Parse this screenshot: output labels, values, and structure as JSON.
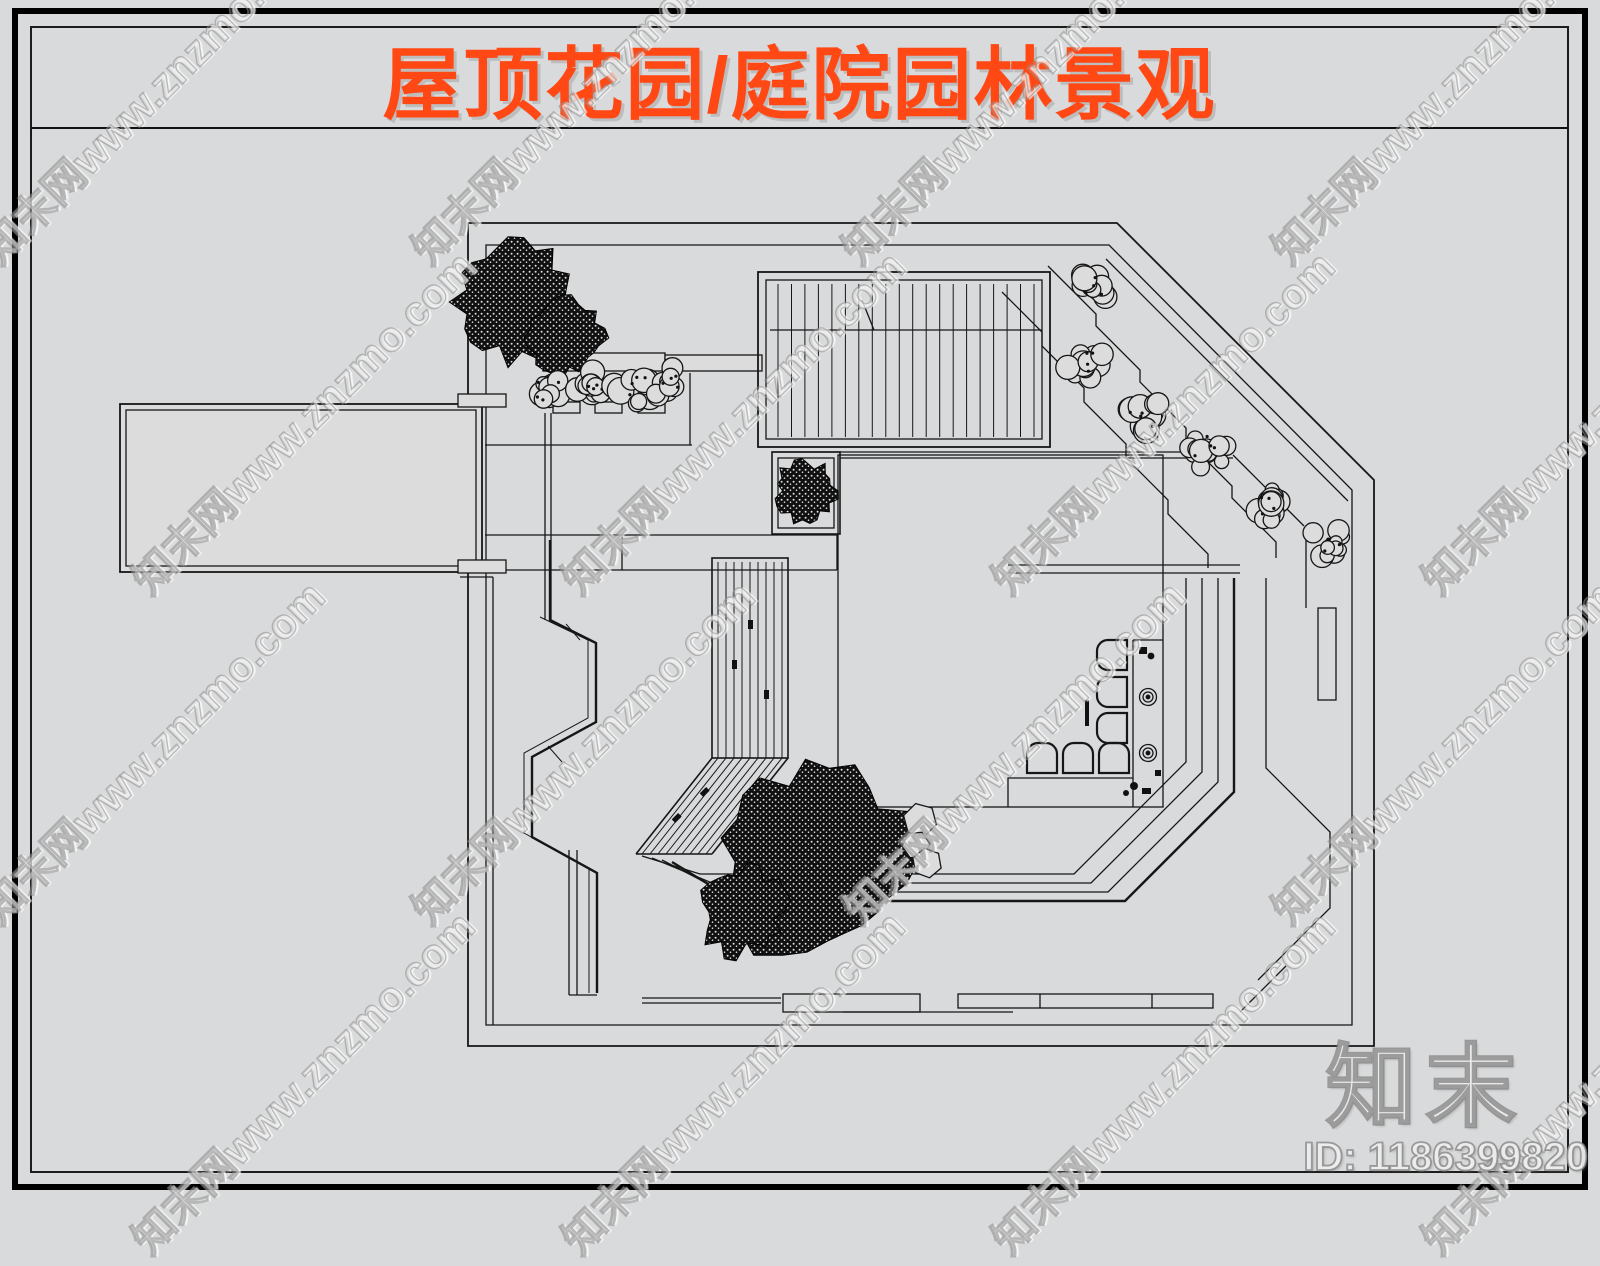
{
  "page": {
    "background": "#d9dadb",
    "frame_color": "#000000",
    "drawing_line_color": "#161616",
    "drawing_fill_color": "#dcdcdc"
  },
  "title": {
    "text": "屋顶花园/庭院园林景观",
    "color": "#ff4814"
  },
  "watermark": {
    "text": "知末网www.znzmo.com"
  },
  "brand": {
    "logo": "知末",
    "id": "ID: 1186399820"
  },
  "plan": {
    "type": "roof-garden-courtyard-landscape-plan",
    "pergola_slats": 20,
    "deck_planks": 9,
    "chair_count": 6,
    "counter_fixture_circles": 2,
    "diagonal_shrub_count": 6,
    "planter_shrub_count": 4,
    "stepping_stones": 3,
    "trees": 2,
    "terrace_ring_count": 4
  }
}
